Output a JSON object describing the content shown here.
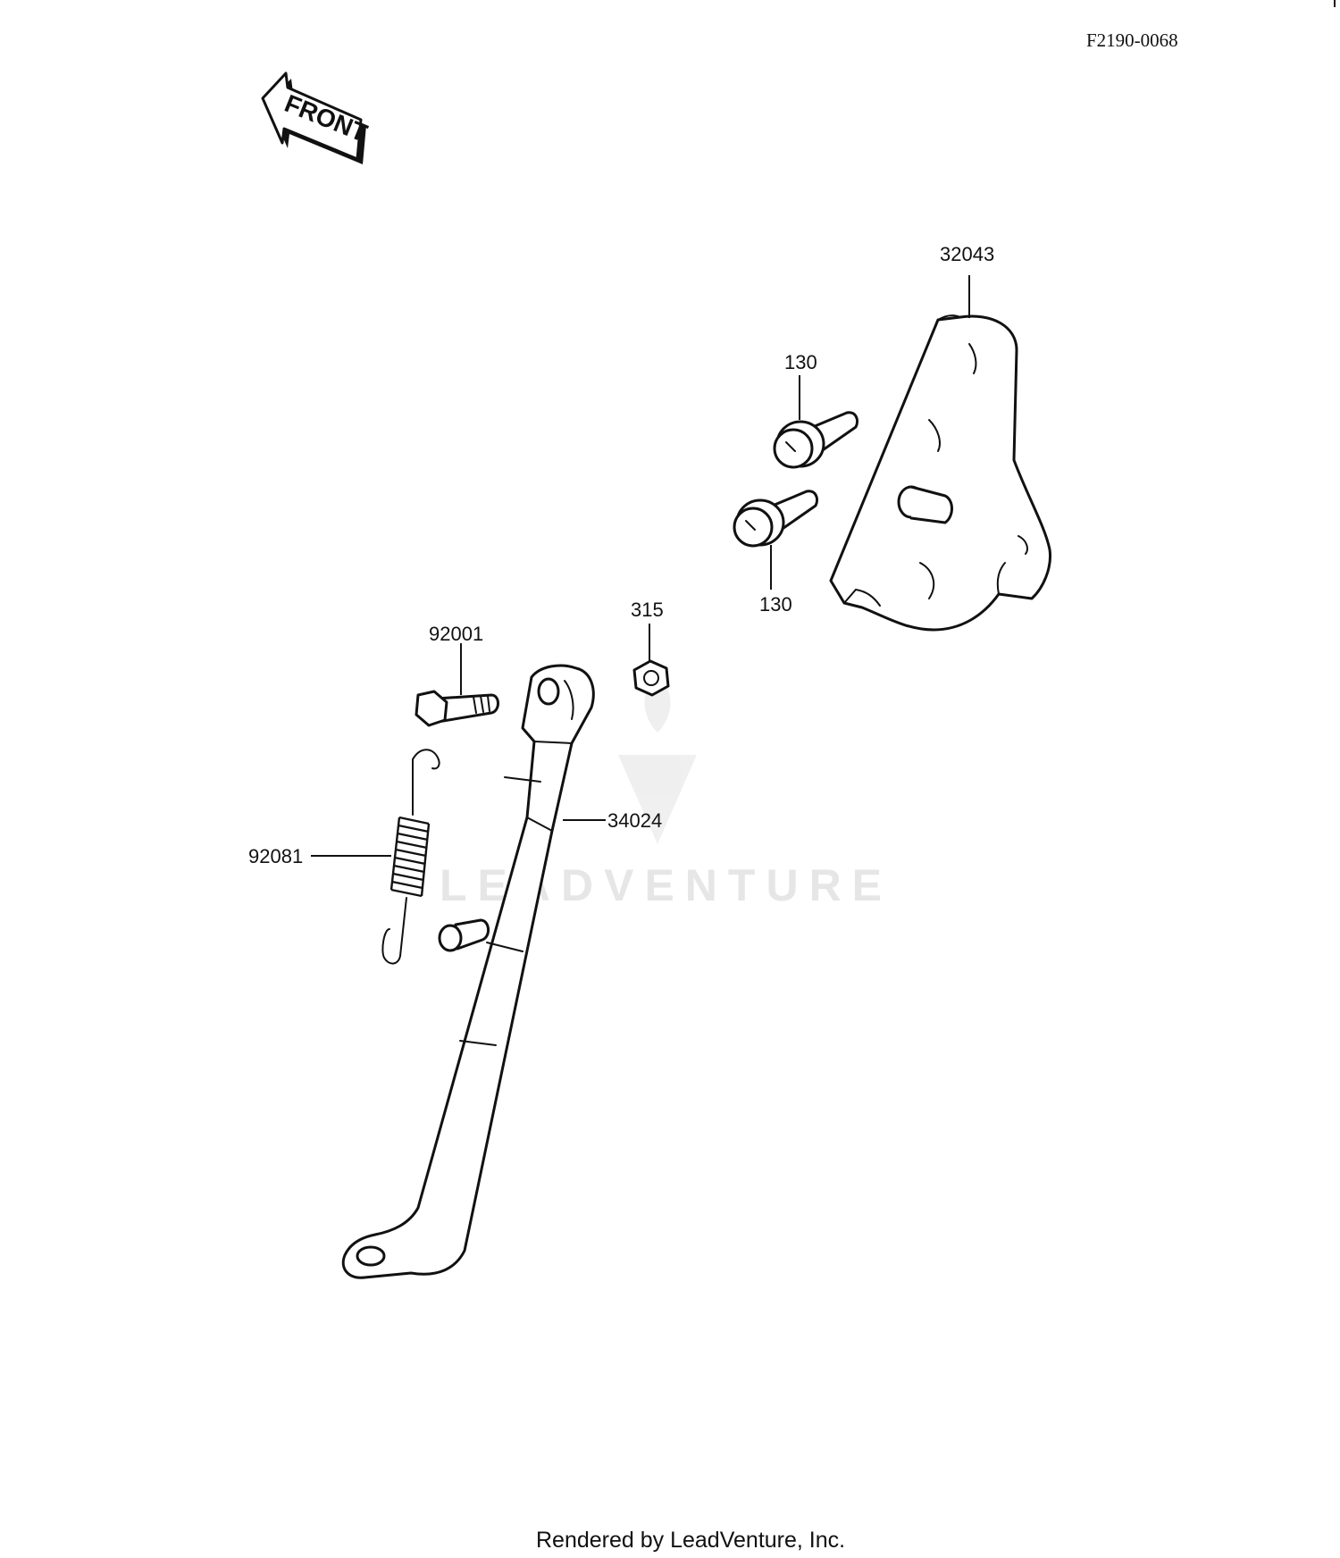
{
  "diagram_code": "F2190-0068",
  "front_label": "FRONT",
  "watermark": "LEADVENTURE",
  "footer": "Rendered by LeadVenture, Inc.",
  "callouts": {
    "bracket": "32043",
    "bolt_upper": "130",
    "bolt_lower": "130",
    "nut": "315",
    "pivot_bolt": "92001",
    "side_stand": "34024",
    "spring": "92081"
  },
  "colors": {
    "ink": "#111111",
    "watermark": "#e6e6e6",
    "background": "#ffffff"
  }
}
